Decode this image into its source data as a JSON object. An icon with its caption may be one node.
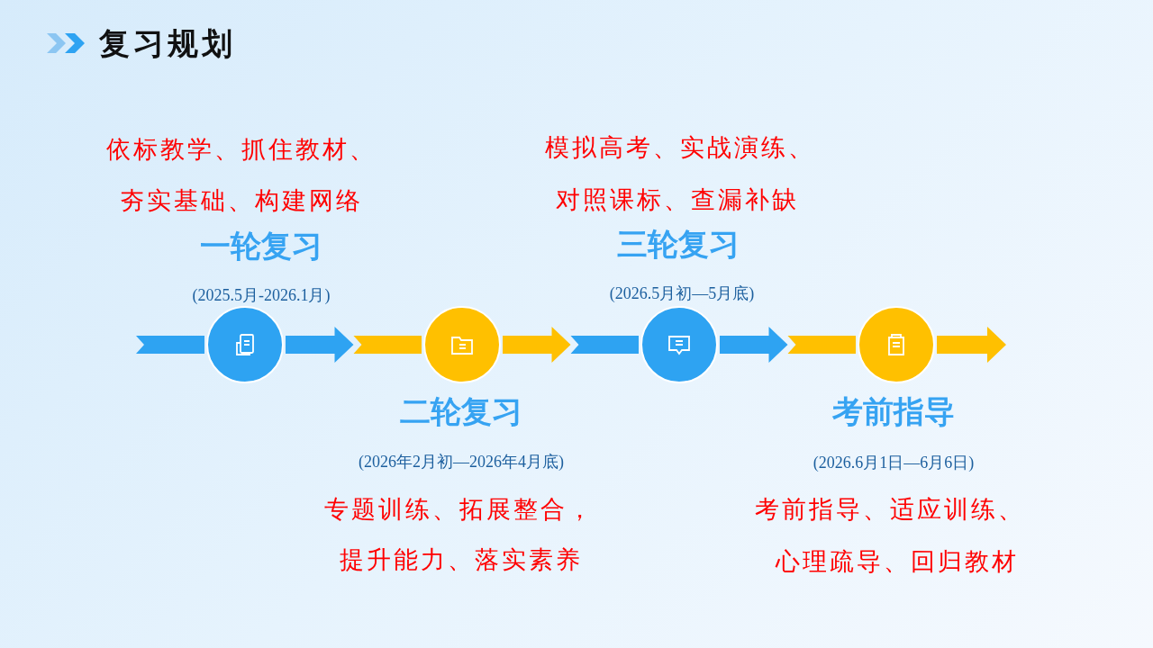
{
  "diagram": {
    "title": "复习规划",
    "nodes": [
      {
        "text": [],
        "shape": "circle",
        "beside": [
          "依标教学、抓住教材、",
          "夯实基础、构建网络",
          "一轮复习",
          "(2025.5月-2026.1月)"
        ]
      },
      {
        "text": [],
        "shape": "circle",
        "beside": [
          "二轮复习",
          "(2026年2月初—2026年4月底)",
          "专题训练、拓展整合，",
          "提升能力、落实素养"
        ]
      },
      {
        "text": [],
        "shape": "circle",
        "beside": [
          "模拟高考、实战演练、",
          "对照课标、查漏补缺",
          "三轮复习",
          "(2026.5月初—5月底)"
        ]
      },
      {
        "text": [],
        "shape": "circle",
        "beside": [
          "考前指导",
          "(2026.6月1日—6月6日)",
          "考前指导、适应训练、",
          "心理疏导、回归教材"
        ]
      }
    ],
    "edges": [
      {
        "from": null,
        "to": 0,
        "arrow": "none"
      },
      {
        "from": 0,
        "to": 1,
        "arrow": "to"
      },
      {
        "from": 1,
        "to": 2,
        "arrow": "to"
      },
      {
        "from": 2,
        "to": 3,
        "arrow": "to"
      },
      {
        "from": 3,
        "to": null,
        "arrow": "to"
      }
    ]
  }
}
